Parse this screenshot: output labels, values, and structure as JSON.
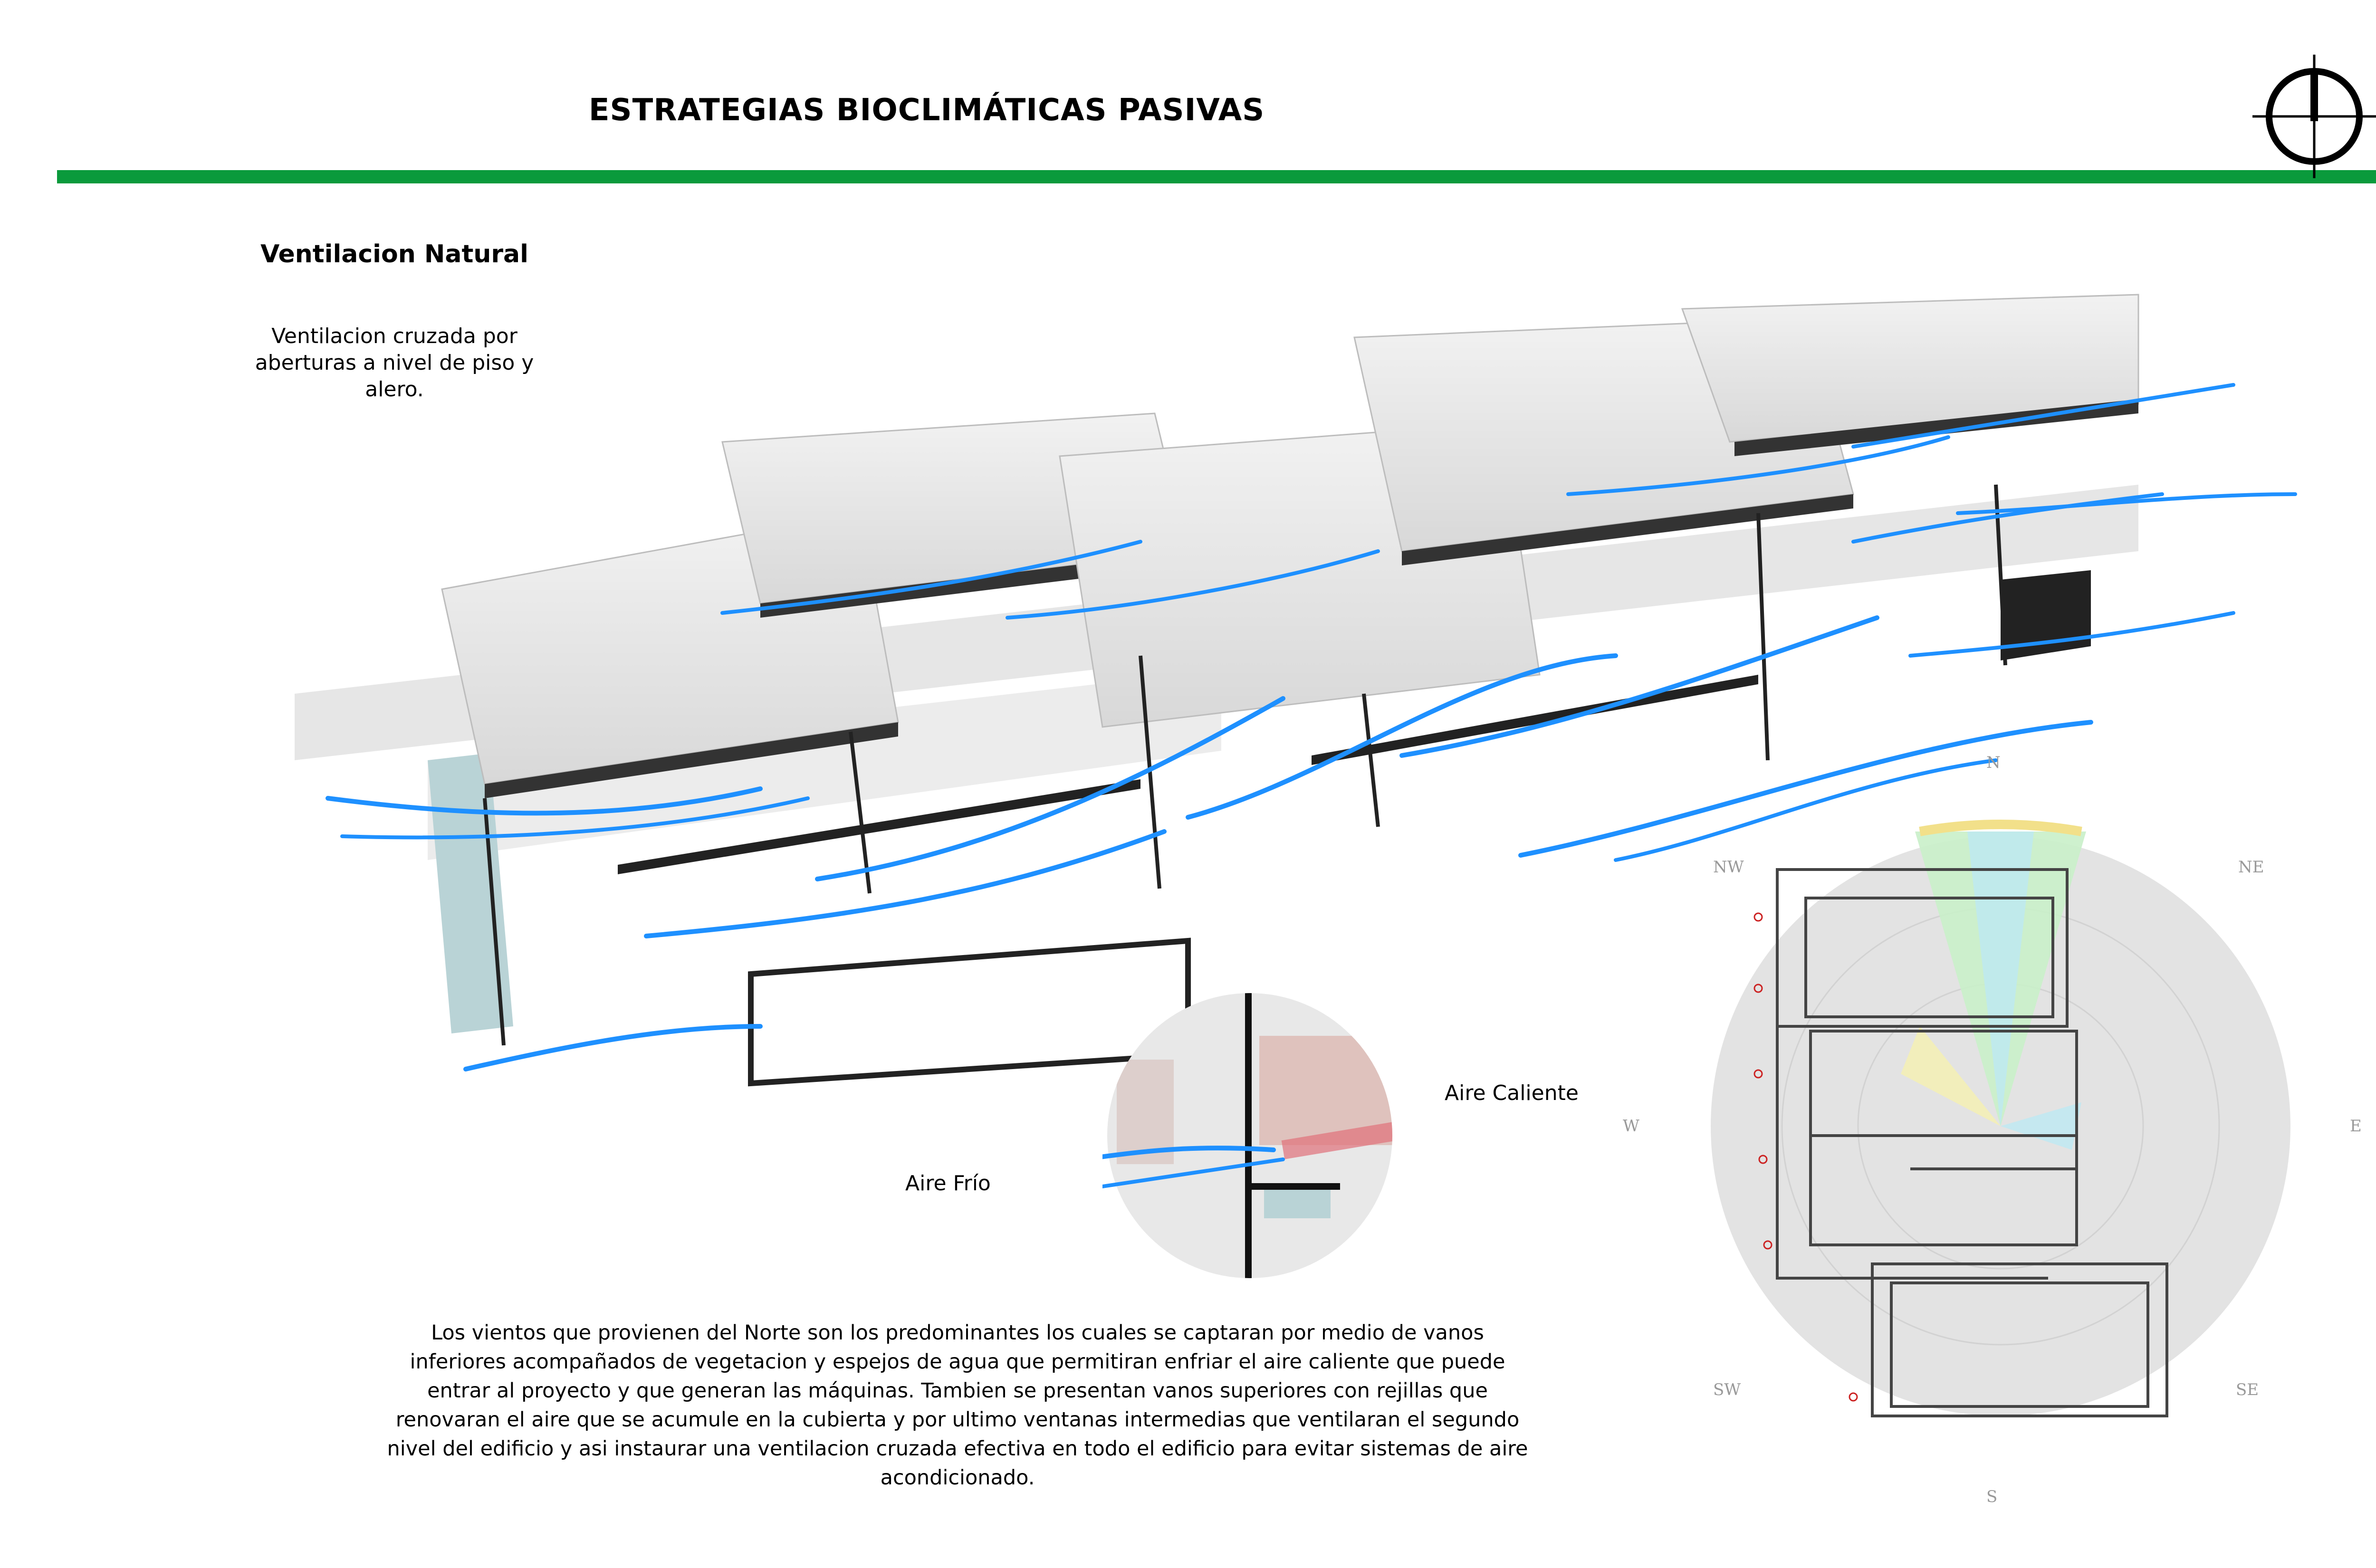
{
  "header": {
    "title": "ESTRATEGIAS BIOCLIMÁTICAS PASIVAS",
    "accent_color": "#0a9a3c",
    "logo_icon": "north-arrow-icon"
  },
  "section": {
    "heading": "Ventilacion Natural",
    "description_lines": [
      "Ventilacion cruzada por",
      "aberturas a nivel de piso y",
      "alero."
    ]
  },
  "detail": {
    "hot_air_label": "Aire Caliente",
    "cold_air_label": "Aire Frío",
    "hot_color": "#e0707a",
    "cold_color": "#1e90ff"
  },
  "body_text_lines": [
    "Los vientos que provienen del Norte son los predominantes los cuales se captaran por medio de vanos",
    "inferiores acompañados de vegetacion y espejos de agua que permitiran enfriar el aire caliente que puede",
    "entrar al proyecto y que generan las máquinas. Tambien se presentan vanos superiores con rejillas que",
    "renovaran el aire que se acumule en la cubierta y por ultimo ventanas intermedias que ventilaran el segundo",
    "nivel del edificio y asi instaurar una ventilacion cruzada efectiva en todo el edificio para evitar sistemas de aire",
    "acondicionado."
  ],
  "wind_rose": {
    "directions": [
      "N",
      "NE",
      "E",
      "SE",
      "S",
      "SW",
      "W",
      "NW"
    ]
  }
}
